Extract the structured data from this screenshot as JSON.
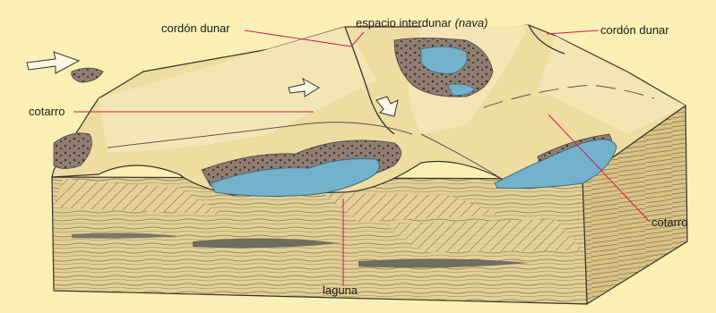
{
  "labels": {
    "cordon_dunar_left": "cordón dunar",
    "espacio_interdunar": "espacio interdunar",
    "nava": "(nava)",
    "cordon_dunar_right": "cordón dunar",
    "cotarro_left": "cotarro",
    "cotarro_right": "cotarro",
    "laguna": "laguna"
  },
  "colors": {
    "background": "#faf0b4",
    "sand": "#eedca0",
    "sand_light": "#f6e9b8",
    "strata": "#d8c48c",
    "water": "#74b2cc",
    "vegetation": "#8c7a6e",
    "leader_line": "#d4145a"
  }
}
